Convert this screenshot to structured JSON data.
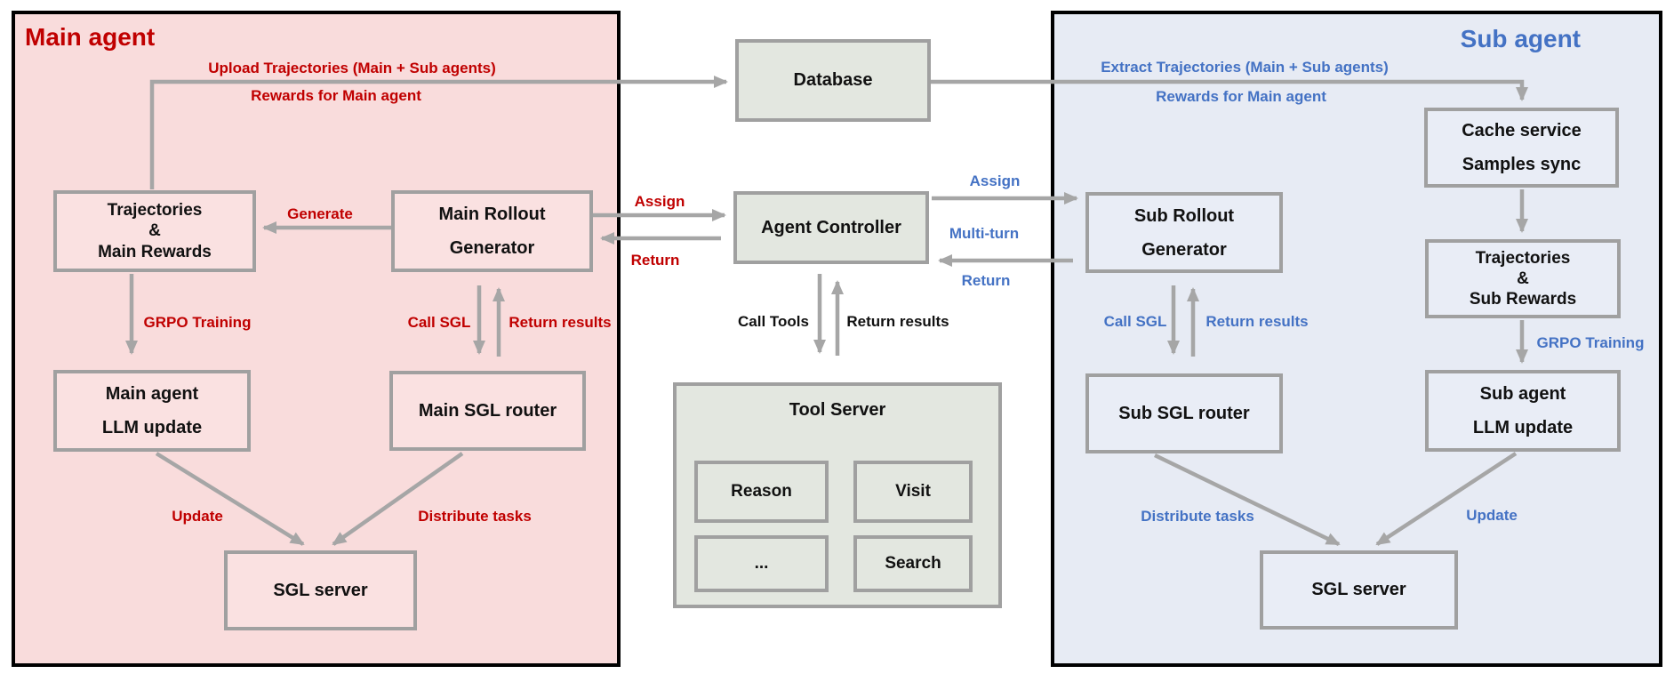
{
  "colors": {
    "main_accent": "#C00000",
    "sub_accent": "#4472C4",
    "connector_gray": "#A6A6A6",
    "main_panel_fill": "#F9DCDC",
    "sub_panel_fill": "#E7EBF4",
    "middle_box_fill": "#E3E7E0"
  },
  "main_agent": {
    "title": "Main agent",
    "flow_labels": {
      "upload_trajectories": "Upload Trajectories (Main + Sub agents)",
      "rewards": "Rewards for Main agent",
      "generate": "Generate",
      "assign": "Assign",
      "return": "Return",
      "grpo_training": "GRPO Training",
      "call_sgl": "Call SGL",
      "return_results": "Return results",
      "update": "Update",
      "distribute_tasks": "Distribute tasks"
    },
    "boxes": {
      "trajectories": "Trajectories\n&\nMain Rewards",
      "rollout_generator": "Main Rollout\nGenerator",
      "llm_update": "Main agent\nLLM update",
      "sgl_router": "Main SGL router",
      "sgl_server": "SGL server"
    }
  },
  "sub_agent": {
    "title": "Sub agent",
    "flow_labels": {
      "extract_trajectories": "Extract Trajectories (Main + Sub agents)",
      "rewards": "Rewards for Main agent",
      "assign": "Assign",
      "multi_turn": "Multi-turn",
      "return": "Return",
      "call_sgl": "Call SGL",
      "return_results": "Return results",
      "grpo_training": "GRPO Training",
      "update": "Update",
      "distribute_tasks": "Distribute tasks"
    },
    "boxes": {
      "cache_service": "Cache service\nSamples sync",
      "rollout_generator": "Sub Rollout\nGenerator",
      "trajectories": "Trajectories\n&\nSub Rewards",
      "sgl_router": "Sub SGL router",
      "llm_update": "Sub agent\nLLM update",
      "sgl_server": "SGL server"
    }
  },
  "middle": {
    "database": "Database",
    "agent_controller": "Agent Controller",
    "call_tools": "Call Tools",
    "return_results": "Return results",
    "tool_server": {
      "title": "Tool Server",
      "tools": [
        "Reason",
        "Visit",
        "...",
        "Search"
      ]
    }
  }
}
